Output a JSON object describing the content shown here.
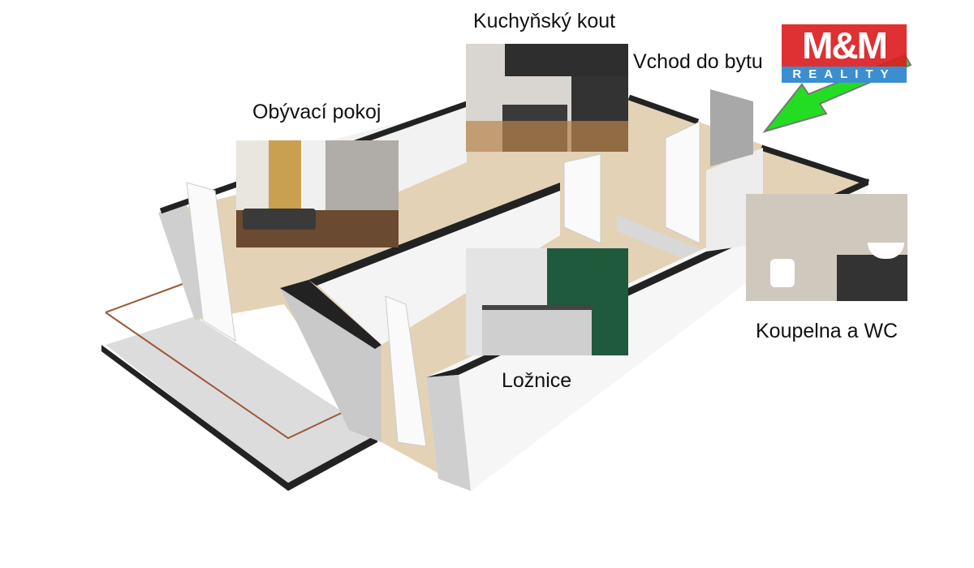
{
  "labels": {
    "living_room": "Obývací pokoj",
    "kitchen": "Kuchyňský kout",
    "entrance": "Vchod do bytu",
    "bedroom": "Ložnice",
    "bathroom": "Koupelna a WC"
  },
  "logo": {
    "top": "M&M",
    "bottom": "REALITY"
  },
  "colors": {
    "arrow": "#22dd22",
    "logo_red": "#dc1e23",
    "logo_blue": "#3b8fd0",
    "floor": "#e3d2b5",
    "wall_top": "#222222"
  }
}
